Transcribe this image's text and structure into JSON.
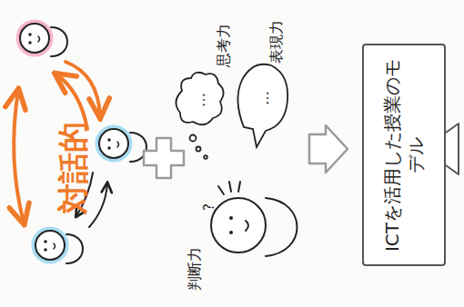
{
  "diagram": {
    "nodes": [
      {
        "text": [
          "ICTを活用した授業のモデル"
        ]
      }
    ],
    "labels": [
      "対話的",
      "判断力",
      "?",
      "思考力",
      "表現力",
      "…",
      "…"
    ]
  }
}
